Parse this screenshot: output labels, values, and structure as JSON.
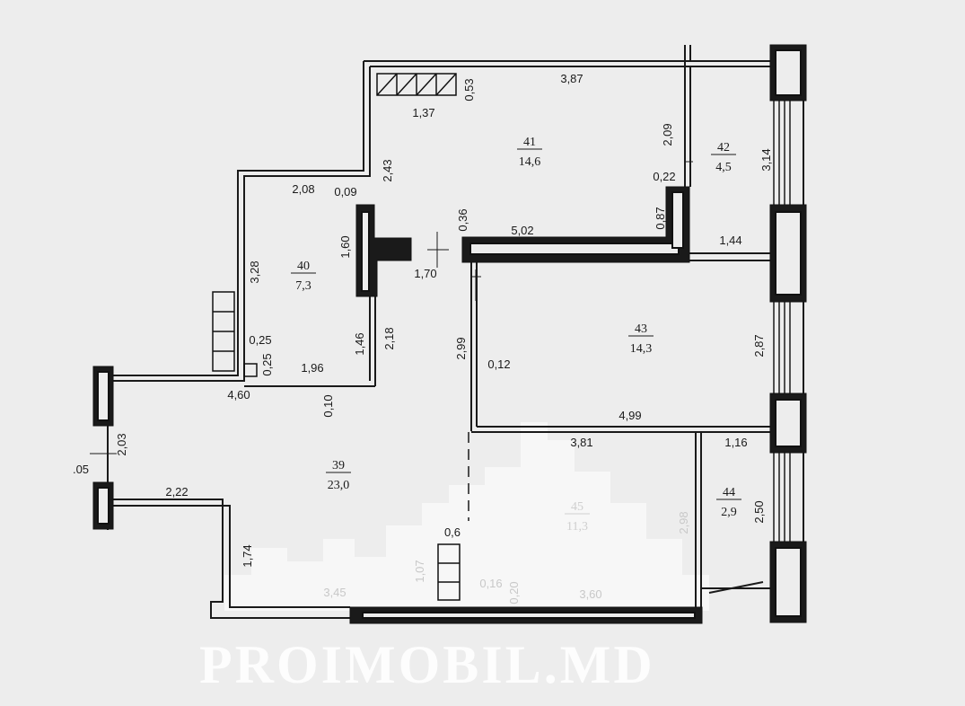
{
  "rooms": [
    {
      "number": "39",
      "area": "23,0"
    },
    {
      "number": "40",
      "area": "7,3"
    },
    {
      "number": "41",
      "area": "14,6"
    },
    {
      "number": "42",
      "area": "4,5"
    },
    {
      "number": "43",
      "area": "14,3"
    },
    {
      "number": "44",
      "area": "2,9"
    },
    {
      "number": "45",
      "area": "11,3"
    }
  ],
  "dimensions": [
    "1,37",
    "0,53",
    "3,87",
    "2,09",
    "3,14",
    "2,08",
    "0,09",
    "2,43",
    "0,22",
    "1,60",
    "0,36",
    "5,02",
    "0,87",
    "1,44",
    "3,28",
    "1,70",
    "2,18",
    "1,46",
    "0,25",
    "0,25",
    "1,96",
    "4,60",
    "0,10",
    "2,99",
    "0,12",
    "2,87",
    "4,99",
    "3,81",
    "1,16",
    "2,03",
    ".05",
    "2,22",
    "2,98",
    "2,50",
    "1,74",
    "0,6",
    "1,07",
    "0,16",
    "0,20",
    "3,45",
    "3,60"
  ],
  "watermark": "PROIMOBIL.MD"
}
